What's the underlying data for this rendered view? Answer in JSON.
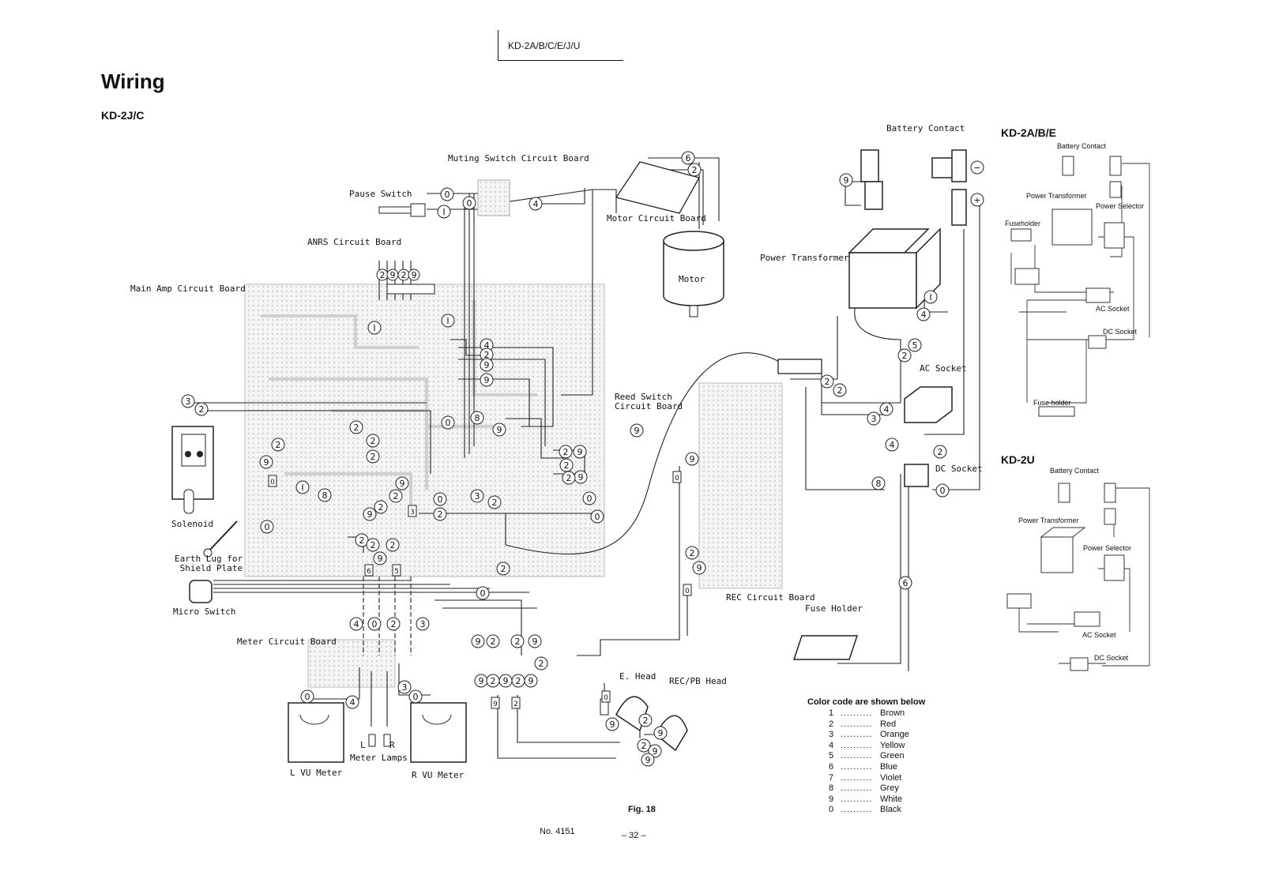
{
  "header": {
    "model": "KD-2A/B/C/E/J/U"
  },
  "page": {
    "title": "Wiring",
    "subtitle": "KD-2J/C"
  },
  "labels": {
    "muting_board": "Muting Switch Circuit Board",
    "pause_switch": "Pause Switch",
    "anrs_board": "ANRS Circuit Board",
    "main_amp_board": "Main Amp Circuit Board",
    "motor_board": "Motor Circuit Board",
    "motor": "Motor",
    "battery_contact": "Battery Contact",
    "power_transformer": "Power Transformer",
    "ac_socket": "AC Socket",
    "dc_socket": "DC Socket",
    "reed_switch_board": "Reed Switch\nCircuit Board",
    "solenoid": "Solenoid",
    "earth_lug": "Earth Lug for\nShield Plate",
    "micro_switch": "Micro Switch",
    "meter_board": "Meter Circuit Board",
    "rec_board": "REC Circuit Board",
    "fuse_holder": "Fuse Holder",
    "e_head": "E. Head",
    "rec_pb_head": "REC/PB Head",
    "meter_lamps": "Meter Lamps",
    "l_vu": "L VU Meter",
    "r_vu": "R VU Meter",
    "lamp_l": "L",
    "lamp_r": "R"
  },
  "inset_a": {
    "title": "KD-2A/B/E",
    "battery_contact": "Battery Contact",
    "power_transformer": "Power Transformer",
    "power_selector": "Power Selector",
    "fuseholder": "Fuseholder",
    "ac_socket": "AC Socket",
    "dc_socket": "DC Socket",
    "fuse_holder": "Fuse holder"
  },
  "inset_b": {
    "title": "KD-2U",
    "battery_contact": "Battery Contact",
    "power_transformer": "Power Transformer",
    "power_selector": "Power Selector",
    "ac_socket": "AC Socket",
    "dc_socket": "DC Socket"
  },
  "color_code": {
    "title": "Color code are shown below",
    "entries": [
      {
        "n": "1",
        "dots": "..........",
        "name": "Brown"
      },
      {
        "n": "2",
        "dots": "..........",
        "name": "Red"
      },
      {
        "n": "3",
        "dots": "..........",
        "name": "Orange"
      },
      {
        "n": "4",
        "dots": "..........",
        "name": "Yellow"
      },
      {
        "n": "5",
        "dots": "..........",
        "name": "Green"
      },
      {
        "n": "6",
        "dots": "..........",
        "name": "Blue"
      },
      {
        "n": "7",
        "dots": "..........",
        "name": "Violet"
      },
      {
        "n": "8",
        "dots": "..........",
        "name": "Grey"
      },
      {
        "n": "9",
        "dots": "..........",
        "name": "White"
      },
      {
        "n": "0",
        "dots": "..........",
        "name": "Black"
      }
    ]
  },
  "footer": {
    "figure": "Fig. 18",
    "doc_no": "No. 4151",
    "page": "– 32 –"
  }
}
